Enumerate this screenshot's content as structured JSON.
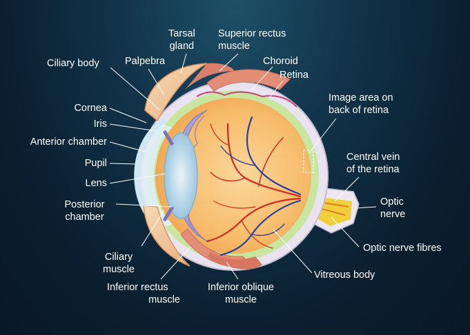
{
  "labels": {
    "tarsal_gland": [
      "Tarsal",
      "gland"
    ],
    "superior_rectus": [
      "Superior rectus",
      "muscle"
    ],
    "ciliary_body": "Ciliary body",
    "palpebra": "Palpebra",
    "choroid": "Choroid",
    "retina": "Retina",
    "image_area": [
      "Image area on",
      "back of retina"
    ],
    "cornea": "Cornea",
    "iris": "Iris",
    "anterior_chamber": "Anterior chamber",
    "pupil": "Pupil",
    "lens": "Lens",
    "central_vein": [
      "Central vein",
      "of the retina"
    ],
    "posterior_chamber": [
      "Posterior",
      "chamber"
    ],
    "optic_nerve": [
      "Optic",
      "nerve"
    ],
    "optic_nerve_fibres": "Optic nerve fibres",
    "ciliary_muscle": [
      "Ciliary",
      "muscle"
    ],
    "vitreous_body": "Vitreous body",
    "inferior_rectus": [
      "Inferior rectus",
      "muscle"
    ],
    "inferior_oblique": [
      "Inferior oblique",
      "muscle"
    ]
  },
  "colors": {
    "background": "#0f2c40",
    "sclera": "#e9e3ef",
    "choroid": "#c8e6a0",
    "vitreous": "#f6c27a",
    "muscle": "#d8806a",
    "vessel_artery": "#cc2a1f",
    "vessel_vein": "#2a3fa0",
    "ciliary": "#a9a3d8",
    "nerve_fibres": "#f2d23c",
    "leader_line": "#ffffff"
  }
}
